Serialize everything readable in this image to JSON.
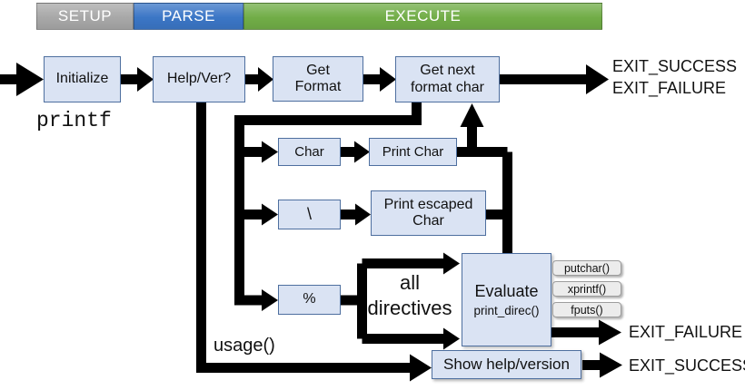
{
  "phases": [
    {
      "label": "SETUP",
      "color": "#a8a8a8"
    },
    {
      "label": "PARSE",
      "color": "#3b76c6"
    },
    {
      "label": "EXECUTE",
      "color": "#71ad47"
    }
  ],
  "colors": {
    "node_fill": "#dae3f3",
    "node_border": "#4e6f9f",
    "callout_fill": "#ececec",
    "callout_border": "#9d9d9d",
    "arrow": "#000000"
  },
  "nodes": {
    "initialize": {
      "label": "Initialize"
    },
    "help_ver": {
      "label": "Help/Ver?"
    },
    "get_format": {
      "label": "Get\nFormat"
    },
    "get_next": {
      "label": "Get next\nformat char"
    },
    "char": {
      "label": "Char"
    },
    "print_char": {
      "label": "Print Char"
    },
    "backslash": {
      "label": "\\"
    },
    "print_escaped": {
      "label": "Print escaped\nChar"
    },
    "percent": {
      "label": "%"
    },
    "evaluate": {
      "title": "Evaluate",
      "subtitle": "print_direc()"
    },
    "show_help": {
      "label": "Show help/version"
    }
  },
  "callouts": [
    {
      "label": "putchar()"
    },
    {
      "label": "xprintf()"
    },
    {
      "label": "fputs()"
    }
  ],
  "annotations": {
    "entry": "printf",
    "usage": "usage()",
    "all_directives": "all\ndirectives"
  },
  "exits": {
    "top_success": "EXIT_SUCCESS",
    "top_failure": "EXIT_FAILURE",
    "evaluate_failure": "EXIT_FAILURE",
    "show_help_success": "EXIT_SUCCESS"
  }
}
